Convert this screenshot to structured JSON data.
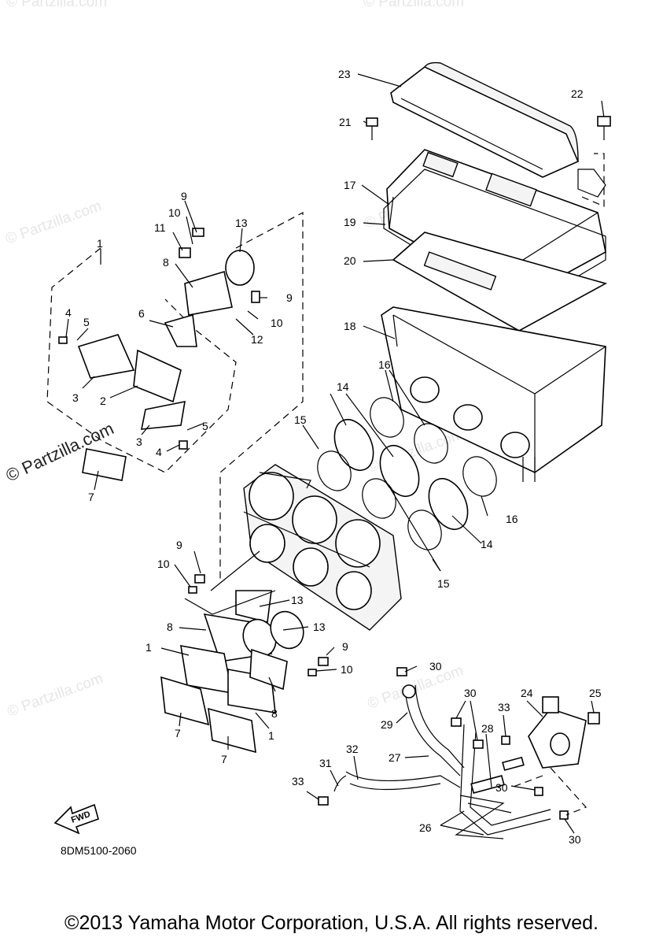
{
  "watermarks": {
    "text": "© Partzilla.com",
    "dark_text": "© Partzilla.com"
  },
  "diagram_code": "8DM5100-2060",
  "fwd_label": "FWD",
  "copyright": "©2013 Yamaha Motor Corporation, U.S.A. All rights reserved.",
  "callouts": {
    "c23": "23",
    "c22": "22",
    "c21": "21",
    "c17": "17",
    "c19": "19",
    "c20": "20",
    "c18": "18",
    "c16a": "16",
    "c16b": "16",
    "c14a": "14",
    "c14b": "14",
    "c15a": "15",
    "c15b": "15",
    "c1a": "1",
    "c4a": "4",
    "c5a": "5",
    "c6": "6",
    "c3a": "3",
    "c2": "2",
    "c3b": "3",
    "c5b": "5",
    "c4b": "4",
    "c7a": "7",
    "c9a": "9",
    "c10a": "10",
    "c11": "11",
    "c8a": "8",
    "c13a": "13",
    "c9b": "9",
    "c10b": "10",
    "c12": "12",
    "c9c": "9",
    "c10c": "10",
    "c8b": "8",
    "c13b": "13",
    "c13c": "13",
    "c9d": "9",
    "c10d": "10",
    "c1b": "1",
    "c1c": "1",
    "c8c": "8",
    "c7b": "7",
    "c7c": "7",
    "c30a": "30",
    "c30b": "30",
    "c30c": "30",
    "c30d": "30",
    "c24": "24",
    "c25": "25",
    "c29": "29",
    "c28": "28",
    "c33a": "33",
    "c33b": "33",
    "c27": "27",
    "c32": "32",
    "c31": "31",
    "c26": "26"
  }
}
